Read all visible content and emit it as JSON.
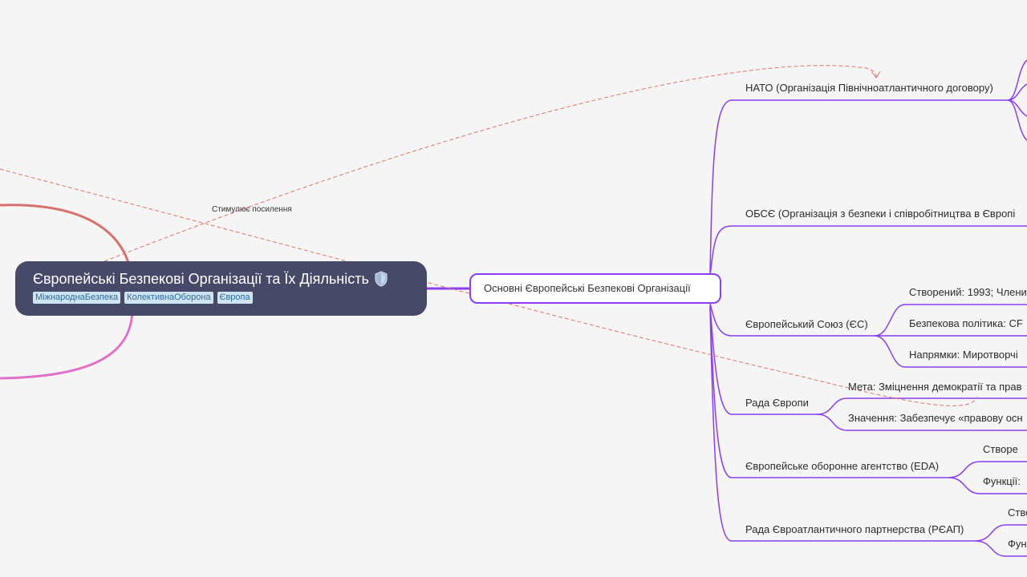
{
  "root": {
    "title": "Європейські Безпекові Організації та Їх Діяльність",
    "icon": "shield-icon",
    "tags": [
      "МіжнароднаБезпека",
      "КолективнаОборона",
      "Європа"
    ]
  },
  "main_topic": {
    "label": "Основні Європейські Безпекові Організації"
  },
  "branches": [
    {
      "label": "НАТО (Організація Північноатлантичного договору)",
      "children": []
    },
    {
      "label": "ОБСЄ (Організація з безпеки і співробітництва в Європі",
      "children": []
    },
    {
      "label": "Європейський Союз (ЄС)",
      "children": [
        "Створений: 1993; Члени",
        "Безпекова політика: CF",
        "Напрямки: Миротворчі"
      ]
    },
    {
      "label": "Рада Європи",
      "children": [
        "Мета: Зміцнення демократії та прав",
        "Значення: Забезпечує «правову осн"
      ]
    },
    {
      "label": "Європейське оборонне агентство (EDA)",
      "children": [
        "Створе",
        "Функції:"
      ]
    },
    {
      "label": "Рада Євроатлантичного партнерства (РЄАП)",
      "children": [
        "Ство",
        "Фун"
      ]
    }
  ],
  "relationship_label": "Стимулює посилення",
  "colors": {
    "background": "#f5f5f5",
    "root_fill": "#464a68",
    "branch_line": "#8a3ff0",
    "relation_line": "#e0756a",
    "left_arc_top": "#d9706e",
    "left_arc_bottom": "#e070c8",
    "tag_fill": "#cfe4f3"
  }
}
